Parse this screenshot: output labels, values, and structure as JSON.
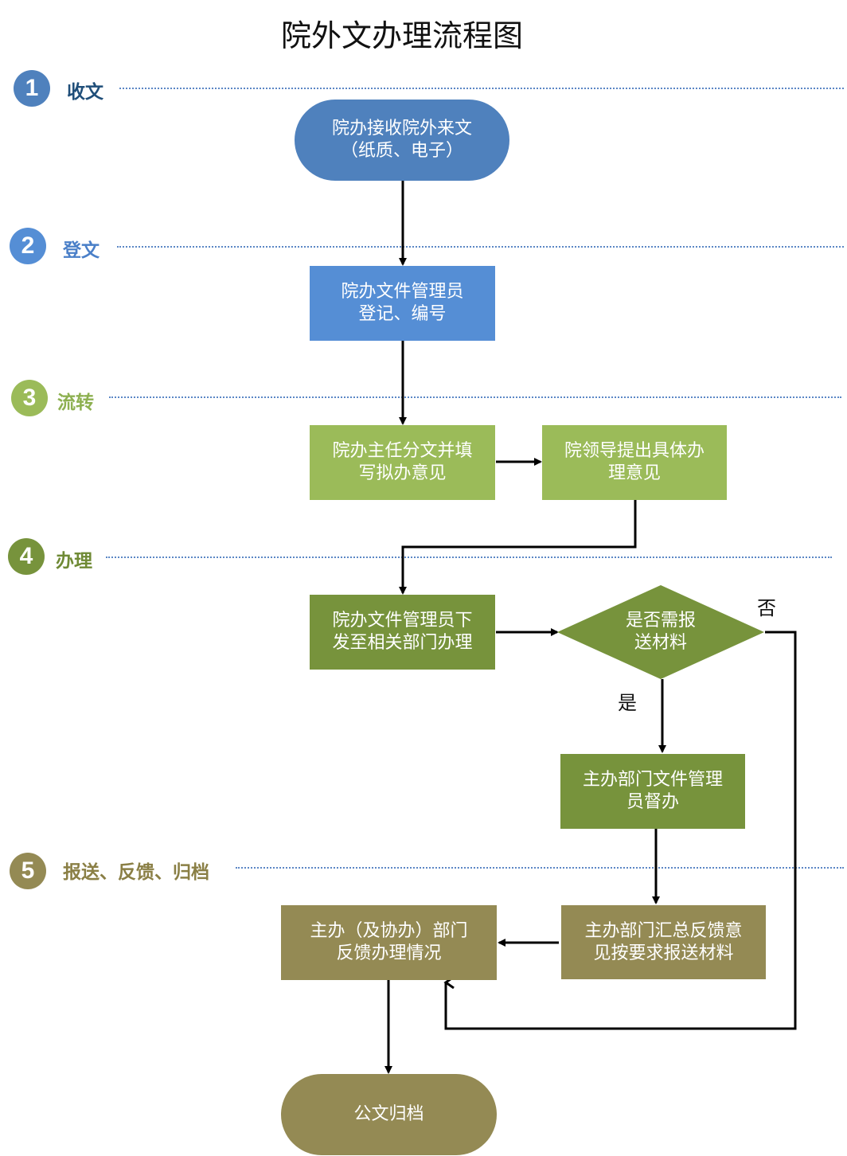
{
  "title": "院外文办理流程图",
  "stages": [
    {
      "number": "1",
      "label": "收文",
      "color": "#4f81bd",
      "label_color": "#1f4e79"
    },
    {
      "number": "2",
      "label": "登文",
      "color": "#558ed5",
      "label_color": "#4a7fc8"
    },
    {
      "number": "3",
      "label": "流转",
      "color": "#9bbb59",
      "label_color": "#8db050"
    },
    {
      "number": "4",
      "label": "办理",
      "color": "#77933c",
      "label_color": "#6f8a35"
    },
    {
      "number": "5",
      "label": "报送、反馈、归档",
      "color": "#948a54",
      "label_color": "#8a7f45"
    }
  ],
  "nodes": {
    "receive": {
      "line1": "院办接收院外来文",
      "line2": "（纸质、电子）"
    },
    "register": {
      "line1": "院办文件管理员",
      "line2": "登记、编号"
    },
    "assign": {
      "line1": "院办主任分文并填",
      "line2": "写拟办意见"
    },
    "leader": {
      "line1": "院领导提出具体办",
      "line2": "理意见"
    },
    "dispatch": {
      "line1": "院办文件管理员下",
      "line2": "发至相关部门办理"
    },
    "decision": {
      "line1": "是否需报",
      "line2": "送材料"
    },
    "supervise": {
      "line1": "主办部门文件管理",
      "line2": "员督办"
    },
    "summary": {
      "line1": "主办部门汇总反馈意",
      "line2": "见按要求报送材料"
    },
    "feedback": {
      "line1": "主办（及协办）部门",
      "line2": "反馈办理情况"
    },
    "archive": {
      "line1": "公文归档"
    }
  },
  "branches": {
    "yes": "是",
    "no": "否"
  }
}
